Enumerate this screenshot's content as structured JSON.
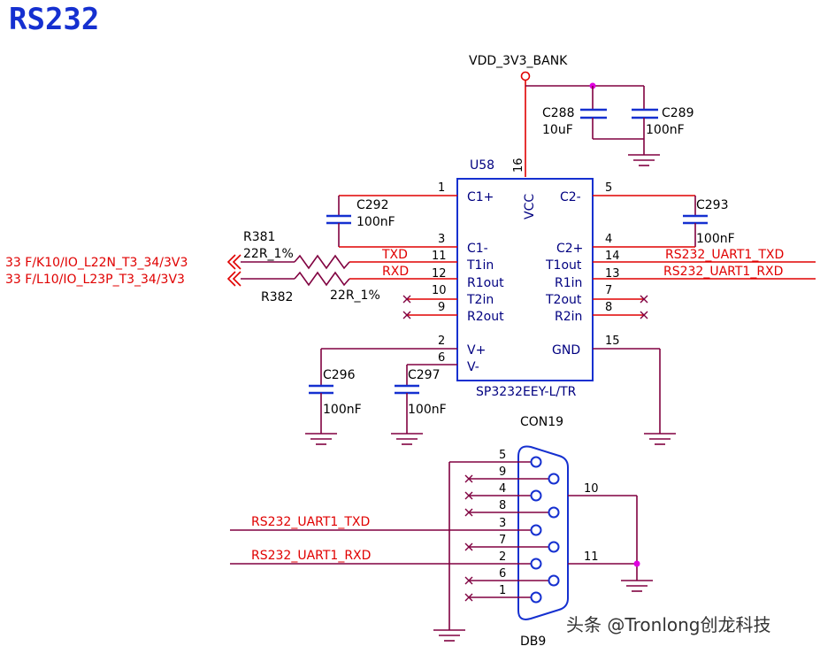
{
  "title": "RS232",
  "power_label": "VDD_3V3_BANK",
  "ic": {
    "ref": "U58",
    "part": "SP3232EEY-L/TR",
    "vcc_label": "VCC",
    "vcc_pin": "16",
    "left_pins": [
      {
        "num": "1",
        "name": "C1+"
      },
      {
        "num": "3",
        "name": "C1-"
      },
      {
        "num": "11",
        "name": "T1in"
      },
      {
        "num": "12",
        "name": "R1out"
      },
      {
        "num": "10",
        "name": "T2in"
      },
      {
        "num": "9",
        "name": "R2out"
      },
      {
        "num": "2",
        "name": "V+"
      },
      {
        "num": "6",
        "name": "V-"
      }
    ],
    "right_pins": [
      {
        "num": "5",
        "name": "C2-"
      },
      {
        "num": "4",
        "name": "C2+"
      },
      {
        "num": "14",
        "name": "T1out"
      },
      {
        "num": "13",
        "name": "R1in"
      },
      {
        "num": "7",
        "name": "T2out"
      },
      {
        "num": "8",
        "name": "R2in"
      },
      {
        "num": "15",
        "name": "GND"
      }
    ]
  },
  "capacitors": [
    {
      "ref": "C288",
      "value": "10uF"
    },
    {
      "ref": "C289",
      "value": "100nF"
    },
    {
      "ref": "C292",
      "value": "100nF"
    },
    {
      "ref": "C293",
      "value": "100nF"
    },
    {
      "ref": "C296",
      "value": "100nF"
    },
    {
      "ref": "C297",
      "value": "100nF"
    }
  ],
  "resistors": [
    {
      "ref": "R381",
      "value": "22R_1%"
    },
    {
      "ref": "R382",
      "value": "22R_1%"
    }
  ],
  "fpga_nets": [
    "33  F/K10/IO_L22N_T3_34/3V3",
    "33  F/L10/IO_L23P_T3_34/3V3"
  ],
  "nets": {
    "txd": "TXD",
    "rxd": "RXD",
    "uart_txd": "RS232_UART1_TXD",
    "uart_rxd": "RS232_UART1_RXD"
  },
  "connector": {
    "ref": "CON19",
    "type": "DB9",
    "pins": [
      "5",
      "9",
      "4",
      "8",
      "3",
      "7",
      "2",
      "6",
      "1"
    ],
    "shield_pins": [
      "10",
      "11"
    ]
  },
  "watermark": "头条 @Tronlong创龙科技",
  "colors": {
    "wire": "#800040",
    "net": "#e00000",
    "component": "#1530d0",
    "junction": "#e000e0"
  }
}
